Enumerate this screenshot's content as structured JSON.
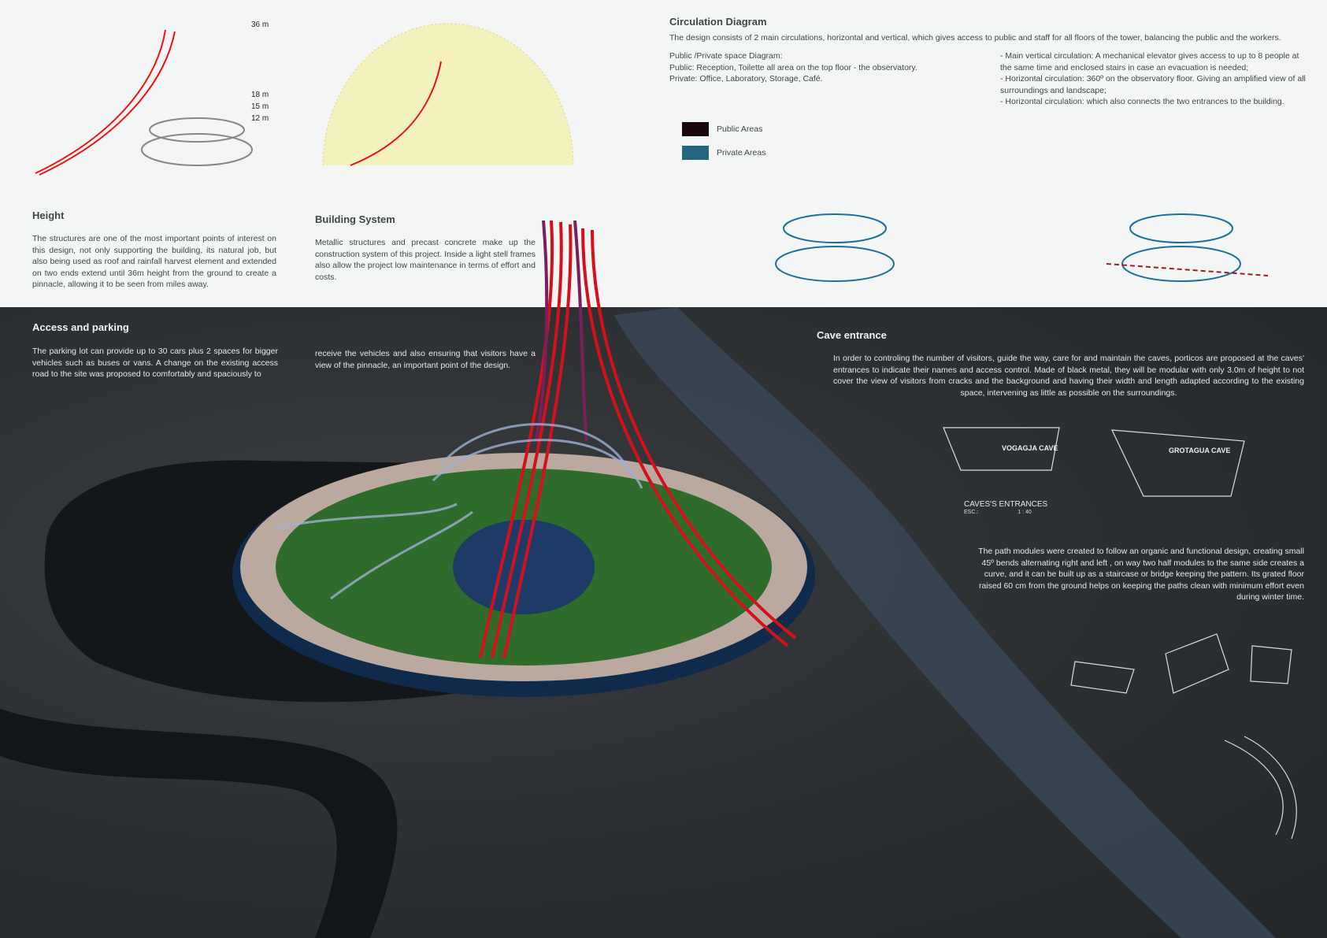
{
  "height": {
    "title": "Height",
    "text": "The structures are one of the most important points of interest on this design, not only supporting the building, its natural job, but also being used as roof and rainfall harvest element and extended on two ends extend until 36m height from the ground to create a pinnacle, allowing it to be seen from miles away.",
    "labels": [
      "36 m",
      "18 m",
      "15 m",
      "12 m"
    ]
  },
  "building": {
    "title": "Building System",
    "text": "Metallic structures and precast concrete make up the construction system of this project. Inside a light stell frames also allow the project low maintenance in terms of effort and costs."
  },
  "circulation": {
    "title": "Circulation Diagram",
    "intro": "The design consists of 2 main circulations, horizontal and vertical, which gives access to public and staff for all floors of the tower, balancing the public and the workers.",
    "left": [
      "Public /Private space Diagram:",
      "Public: Reception, Toilette all area on the top floor - the observatory.",
      "Private: Office, Laboratory, Storage, Café."
    ],
    "right": [
      "- Main vertical circulation: A mechanical elevator gives access to up to 8 people at the same time and enclosed stairs in case an evacuation is needed;",
      "- Horizontal circulation: 360º on the observatory floor. Giving an amplified view of all surroundings and landscape;",
      "- Horizontal circulation: which also connects the two entrances to the building."
    ],
    "legend": [
      {
        "label": "Public Areas",
        "color": "#1a0710"
      },
      {
        "label": "Private Areas",
        "color": "#246580"
      }
    ]
  },
  "access": {
    "title": "Access and parking",
    "text1": "The parking lot can provide up to 30 cars plus 2 spaces for bigger vehicles such as buses or vans. A change on the existing access road to the site was proposed to comfortably and spaciously to",
    "text2": "receive the vehicles and also ensuring that visitors have a view of the pinnacle, an important point of the design."
  },
  "cave": {
    "title": "Cave entrance",
    "text": "In order to controling the number of visitors, guide the way, care for and maintain the caves, porticos are proposed at the caves' entrances to indicate their names and access control. Made of black metal, they will be modular with only 3.0m of height to not cover the view of visitors from cracks and the background and having their width and length adapted according to the existing space, intervening as little as possible on the surroundings.",
    "portico1": "VOGAGJA CAVE",
    "portico2": "GROTAGUA CAVE",
    "drawing_title": "CAVES'S ENTRANCES",
    "scale_label": "ESC.:",
    "scale": "1 : 40"
  },
  "paths": {
    "text": "The path modules  were created to follow an organic and functional design, creating small 45º bends alternating right and left , on way two half modules to the same side creates a curve, and it can be built up as a staircase or bridge keeping the pattern. Its grated floor raised 60 cm from the ground helps on keeping the paths clean with  minimum effort even during winter time."
  }
}
